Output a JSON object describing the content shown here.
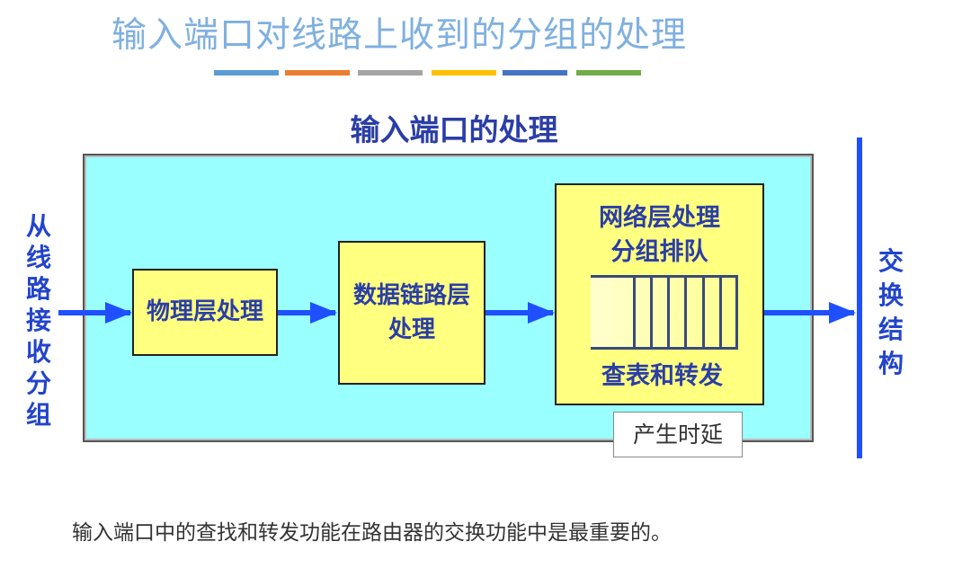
{
  "title": "输入端口对线路上收到的分组的处理",
  "accent_bars": [
    "#5b9bd5",
    "#ed7d31",
    "#a5a5a5",
    "#ffc000",
    "#4472c4",
    "#70ad47"
  ],
  "subtitle": "输入端口的处理",
  "left_label": [
    "从",
    "线",
    "路",
    "接",
    "收",
    "分",
    "组"
  ],
  "right_label": [
    "交",
    "换",
    "结",
    "构"
  ],
  "boxes": {
    "physical": "物理层处理",
    "datalink_line1": "数据链路层",
    "datalink_line2": "处理",
    "network_line1": "网络层处理",
    "network_line2": "分组排队",
    "lookup": "查表和转发"
  },
  "delay_label": "产生时延",
  "note": "输入端口中的查找和转发功能在路由器的交换功能中是最重要的。"
}
